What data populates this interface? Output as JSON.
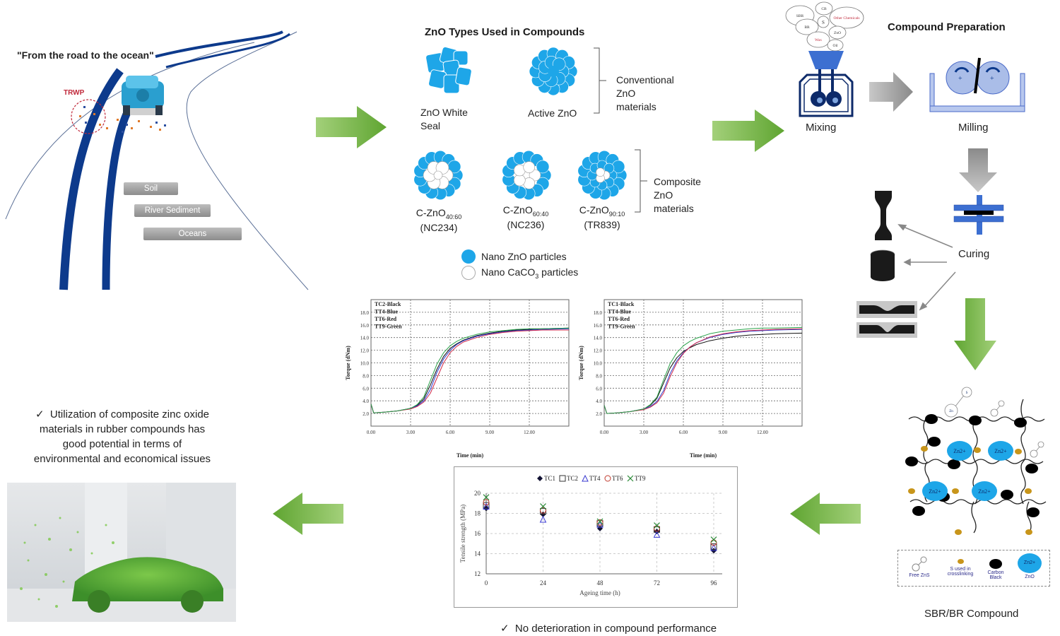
{
  "road_section": {
    "quote": "\"From the road to the ocean\"",
    "trwp_label": "TRWP",
    "destinations": [
      "Soil",
      "River Sediment",
      "Oceans"
    ]
  },
  "zno_types": {
    "title": "ZnO Types Used in Compounds",
    "conventional": {
      "items": [
        {
          "name": "ZnO White Seal",
          "line1": "ZnO White",
          "line2": "Seal"
        },
        {
          "name": "Active ZnO",
          "line1": "Active ZnO",
          "line2": ""
        }
      ],
      "group_label_lines": [
        "Conventional",
        "ZnO",
        "materials"
      ]
    },
    "composite": {
      "items": [
        {
          "base": "C-ZnO",
          "ratio": "40:60",
          "code": "(NC234)"
        },
        {
          "base": "C-ZnO",
          "ratio": "60:40",
          "code": "(NC236)"
        },
        {
          "base": "C-ZnO",
          "ratio": "90:10",
          "code": "(TR839)"
        }
      ],
      "group_label_lines": [
        "Composite",
        "ZnO",
        "materials"
      ]
    },
    "legend": [
      {
        "label": "Nano ZnO particles",
        "color": "#1ea6e8"
      },
      {
        "label_prefix": "Nano CaCO",
        "label_sub": "3",
        "label_suffix": " particles",
        "color": "#ffffff"
      }
    ]
  },
  "compound_prep": {
    "title": "Compound Preparation",
    "ingredients": [
      "SBR",
      "CB",
      "Other Chemicals",
      "BR",
      "S",
      "ZnO",
      "Wax",
      "Oil"
    ],
    "steps": {
      "mixing": "Mixing",
      "milling": "Milling",
      "curing": "Curing"
    }
  },
  "sbr_compound": {
    "caption": "SBR/BR Compound",
    "ion_label": "Zn2+",
    "zn": "Zn",
    "s": "S",
    "legend": [
      {
        "label_lines": [
          "Free ZnS"
        ]
      },
      {
        "label_lines": [
          "S used in",
          "crosslinking"
        ],
        "color": "#c8951a"
      },
      {
        "label_lines": [
          "Carbon",
          "Black"
        ],
        "color": "#000000"
      },
      {
        "label_lines": [
          "ZnO"
        ],
        "color": "#1ea6e8"
      }
    ]
  },
  "conclusions": {
    "check": "✓",
    "left_lines": [
      "Utilization of composite zinc oxide",
      "materials in rubber compounds has",
      "good potential in terms of",
      "environmental and economical issues"
    ],
    "bottom": "No deterioration in compound performance"
  },
  "colors": {
    "arrow_green": "#6db33f",
    "arrow_gray": "#a0a0a0",
    "blue": "#1ea6e8",
    "dark_blue": "#0d3a8c",
    "press_blue": "#3c6fd1"
  },
  "chart_data": [
    {
      "type": "line",
      "id": "rheo-left",
      "title": "",
      "xlabel": "Time (min)",
      "ylabel": "Torque (dNm)",
      "xlim": [
        0,
        15
      ],
      "ylim": [
        0,
        20
      ],
      "xticks": [
        "0.00",
        "3.00",
        "6.00",
        "9.00",
        "12.00"
      ],
      "xtick_values": [
        0,
        3,
        6,
        9,
        12
      ],
      "yticks": [
        "2.0",
        "4.0",
        "6.0",
        "8.0",
        "10.0",
        "12.0",
        "14.0",
        "16.0",
        "18.0"
      ],
      "ytick_values": [
        2,
        4,
        6,
        8,
        10,
        12,
        14,
        16,
        18
      ],
      "grid": true,
      "legend": [
        "TC2-Black",
        "TT4-Blue",
        "TT6-Red",
        "TT9-Green"
      ],
      "legend_position": "top-left",
      "series": [
        {
          "name": "TC2-Black",
          "color": "#111111",
          "x": [
            0,
            0.2,
            1,
            2,
            3,
            3.5,
            4,
            4.5,
            5,
            5.5,
            6,
            6.5,
            7,
            8,
            9,
            10,
            11,
            12,
            13,
            15
          ],
          "y": [
            3.5,
            2.1,
            2.2,
            2.4,
            2.8,
            3.3,
            4.3,
            6.5,
            9.0,
            11.0,
            12.3,
            13.0,
            13.6,
            14.3,
            14.7,
            15.0,
            15.2,
            15.3,
            15.4,
            15.5
          ]
        },
        {
          "name": "TT4-Blue",
          "color": "#2a3fd1",
          "x": [
            0,
            0.2,
            1,
            2,
            3,
            3.5,
            4,
            4.5,
            5,
            5.5,
            6,
            6.5,
            7,
            8,
            9,
            10,
            11,
            12,
            13,
            15
          ],
          "y": [
            3.5,
            2.1,
            2.2,
            2.4,
            2.8,
            3.2,
            4.0,
            5.8,
            8.5,
            10.6,
            12.0,
            12.9,
            13.5,
            14.2,
            14.6,
            14.9,
            15.1,
            15.2,
            15.3,
            15.4
          ]
        },
        {
          "name": "TT6-Red",
          "color": "#d12a4a",
          "x": [
            0,
            0.2,
            1,
            2,
            3,
            3.5,
            4,
            4.5,
            5,
            5.5,
            6,
            6.5,
            7,
            8,
            9,
            10,
            11,
            12,
            13,
            15
          ],
          "y": [
            3.5,
            2.1,
            2.2,
            2.4,
            2.7,
            3.1,
            3.8,
            5.2,
            7.6,
            10.0,
            11.6,
            12.6,
            13.3,
            14.0,
            14.5,
            14.8,
            15.0,
            15.1,
            15.2,
            15.2
          ]
        },
        {
          "name": "TT9-Green",
          "color": "#2aa24a",
          "x": [
            0,
            0.2,
            1,
            2,
            3,
            3.5,
            4,
            4.5,
            5,
            5.5,
            6,
            6.5,
            7,
            8,
            9,
            10,
            11,
            12,
            13,
            15
          ],
          "y": [
            3.5,
            2.1,
            2.2,
            2.4,
            2.8,
            3.4,
            4.6,
            7.2,
            9.8,
            11.6,
            12.7,
            13.4,
            13.9,
            14.5,
            14.9,
            15.1,
            15.3,
            15.4,
            15.4,
            15.5
          ]
        }
      ]
    },
    {
      "type": "line",
      "id": "rheo-right",
      "title": "",
      "xlabel": "Time (min)",
      "ylabel": "Torque (dNm)",
      "xlim": [
        0,
        15
      ],
      "ylim": [
        0,
        20
      ],
      "xticks": [
        "0.00",
        "3.00",
        "6.00",
        "9.00",
        "12.00"
      ],
      "xtick_values": [
        0,
        3,
        6,
        9,
        12
      ],
      "yticks": [
        "2.0",
        "4.0",
        "6.0",
        "8.0",
        "10.0",
        "12.0",
        "14.0",
        "16.0",
        "18.0"
      ],
      "ytick_values": [
        2,
        4,
        6,
        8,
        10,
        12,
        14,
        16,
        18
      ],
      "grid": true,
      "legend": [
        "TC1-Black",
        "TT4-Blue",
        "TT6-Red",
        "TT9-Green"
      ],
      "legend_position": "top-left",
      "series": [
        {
          "name": "TC1-Black",
          "color": "#111111",
          "x": [
            0,
            0.2,
            1,
            2,
            3,
            3.5,
            4,
            4.5,
            5,
            5.5,
            6,
            6.5,
            7,
            8,
            9,
            10,
            11,
            12,
            13,
            15
          ],
          "y": [
            3.3,
            2.0,
            2.1,
            2.3,
            2.7,
            3.3,
            4.4,
            6.8,
            9.2,
            10.8,
            11.8,
            12.4,
            12.9,
            13.5,
            13.9,
            14.2,
            14.4,
            14.5,
            14.6,
            14.7
          ]
        },
        {
          "name": "TT4-Blue",
          "color": "#2a3fd1",
          "x": [
            0,
            0.2,
            1,
            2,
            3,
            3.5,
            4,
            4.5,
            5,
            5.5,
            6,
            6.5,
            7,
            8,
            9,
            10,
            11,
            12,
            13,
            15
          ],
          "y": [
            3.3,
            2.0,
            2.1,
            2.3,
            2.7,
            3.1,
            3.9,
            5.6,
            8.3,
            10.3,
            11.6,
            12.5,
            13.2,
            14.0,
            14.5,
            14.8,
            15.0,
            15.1,
            15.2,
            15.3
          ]
        },
        {
          "name": "TT6-Red",
          "color": "#d12a4a",
          "x": [
            0,
            0.2,
            1,
            2,
            3,
            3.5,
            4,
            4.5,
            5,
            5.5,
            6,
            6.5,
            7,
            8,
            9,
            10,
            11,
            12,
            13,
            15
          ],
          "y": [
            3.3,
            2.0,
            2.1,
            2.3,
            2.6,
            3.0,
            3.7,
            5.2,
            7.8,
            10.0,
            11.5,
            12.5,
            13.2,
            14.1,
            14.6,
            14.9,
            15.1,
            15.2,
            15.3,
            15.4
          ]
        },
        {
          "name": "TT9-Green",
          "color": "#2aa24a",
          "x": [
            0,
            0.2,
            1,
            2,
            3,
            3.5,
            4,
            4.5,
            5,
            5.5,
            6,
            6.5,
            7,
            8,
            9,
            10,
            11,
            12,
            13,
            15
          ],
          "y": [
            3.3,
            2.0,
            2.1,
            2.3,
            2.7,
            3.4,
            4.6,
            7.3,
            9.9,
            11.6,
            12.7,
            13.4,
            13.9,
            14.6,
            15.0,
            15.2,
            15.4,
            15.5,
            15.5,
            15.6
          ]
        }
      ]
    },
    {
      "type": "scatter",
      "id": "tensile",
      "title": "",
      "xlabel": "Ageing time (h)",
      "ylabel": "Tensile strength (MPa)",
      "xlim": [
        0,
        96
      ],
      "ylim": [
        12,
        20
      ],
      "xticks": [
        "0",
        "24",
        "48",
        "72",
        "96"
      ],
      "xtick_values": [
        0,
        24,
        48,
        72,
        96
      ],
      "yticks": [
        "12",
        "14",
        "16",
        "18",
        "20"
      ],
      "ytick_values": [
        12,
        14,
        16,
        18,
        20
      ],
      "grid": true,
      "legend_position": "top",
      "categories": [
        0,
        24,
        48,
        72,
        96
      ],
      "series": [
        {
          "name": "TC1",
          "marker": "diamond",
          "color": "#111133",
          "values": [
            18.5,
            17.9,
            16.5,
            16.2,
            14.3
          ]
        },
        {
          "name": "TC2",
          "marker": "square",
          "color": "#333333",
          "values": [
            18.8,
            18.2,
            17.0,
            16.4,
            14.7
          ]
        },
        {
          "name": "TT4",
          "marker": "triangle",
          "color": "#3a3ad1",
          "values": [
            18.7,
            17.4,
            16.9,
            15.9,
            14.6
          ]
        },
        {
          "name": "TT6",
          "marker": "circle",
          "color": "#c0392b",
          "values": [
            19.1,
            18.3,
            17.1,
            16.5,
            15.1
          ]
        },
        {
          "name": "TT9",
          "marker": "x",
          "color": "#2e8b3a",
          "values": [
            19.6,
            18.7,
            17.2,
            16.8,
            15.4
          ]
        }
      ]
    }
  ]
}
